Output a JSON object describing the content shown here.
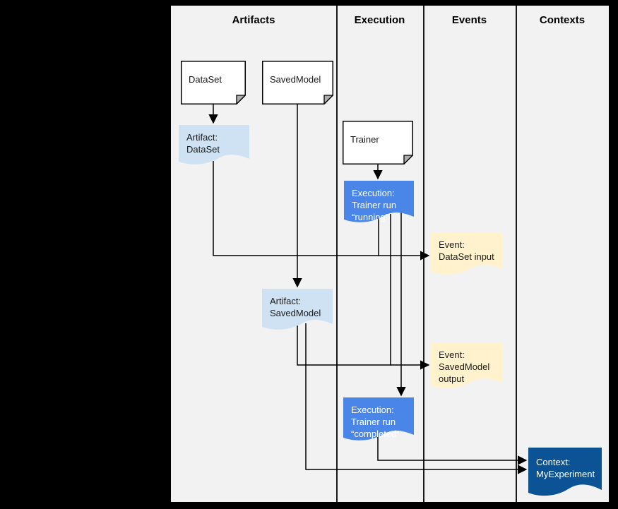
{
  "header": {
    "columns": [
      {
        "label": "Artifacts"
      },
      {
        "label": "Execution"
      },
      {
        "label": "Events"
      },
      {
        "label": "Contexts"
      }
    ]
  },
  "nodes": {
    "dataset": {
      "label": "DataSet"
    },
    "savedmodel": {
      "label": "SavedModel"
    },
    "trainer": {
      "label": "Trainer"
    },
    "artifact_dataset": {
      "line1": "Artifact:",
      "line2": "DataSet"
    },
    "execution_running": {
      "line1": "Execution:",
      "line2": "Trainer run",
      "line3": "“running”"
    },
    "event_dataset": {
      "line1": "Event:",
      "line2": "DataSet input"
    },
    "artifact_savedmodel": {
      "line1": "Artifact:",
      "line2": "SavedModel"
    },
    "event_savedmodel": {
      "line1": "Event:",
      "line2": "SavedModel",
      "line3": "output"
    },
    "execution_completed": {
      "line1": "Execution:",
      "line2": "Trainer run",
      "line3": "“completed”"
    },
    "context": {
      "line1": "Context:",
      "line2": "MyExperiment"
    }
  },
  "colors": {
    "canvas_background": "#f2f2f2",
    "page_background": "#000000",
    "artifact_fill": "#cfe2f3",
    "execution_fill": "#4a86e8",
    "event_fill": "#fff2cc",
    "context_fill": "#0b5394",
    "line_color": "#000000",
    "note_fill": "#ffffff",
    "note_fold_fill": "#adadad"
  }
}
